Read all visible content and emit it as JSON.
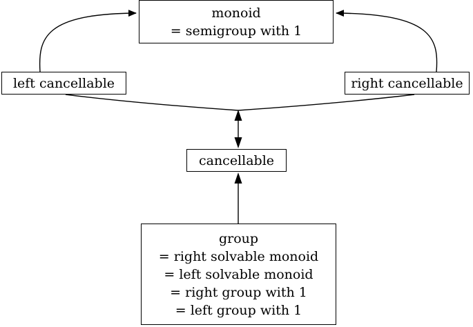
{
  "nodes": {
    "monoid": {
      "lines": [
        "monoid",
        "= semigroup with 1"
      ]
    },
    "left_cancellable": {
      "label": "left cancellable"
    },
    "right_cancellable": {
      "label": "right cancellable"
    },
    "cancellable": {
      "label": "cancellable"
    },
    "group": {
      "lines": [
        "group",
        "= right solvable monoid",
        "= left solvable monoid",
        "= right group with 1",
        "= left group with 1"
      ]
    }
  },
  "edges": [
    {
      "from": "left_cancellable",
      "to": "monoid",
      "directed": true
    },
    {
      "from": "right_cancellable",
      "to": "monoid",
      "directed": true
    },
    {
      "from": "left_cancellable+right_cancellable",
      "to": "cancellable",
      "bidirectional": true
    },
    {
      "from": "group",
      "to": "cancellable",
      "directed": true
    }
  ]
}
